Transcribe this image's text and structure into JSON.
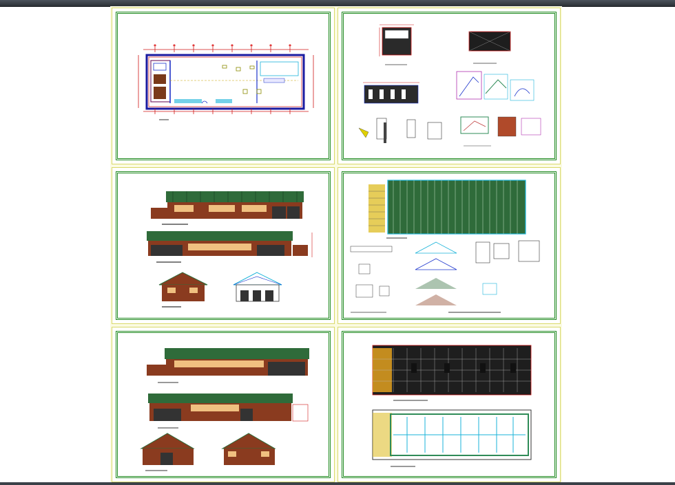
{
  "app": {
    "title": ""
  },
  "colors": {
    "frame_green": "#1f8a1f",
    "sheet_edge": "#d9d96a",
    "roof_green": "#2f6b3a",
    "wall_brown": "#8a3b1f",
    "dim_red": "#d01818",
    "line_blue": "#1a33cc",
    "cyan": "#19b3d9",
    "panel_bg": "#fbfbe2"
  },
  "sheets": [
    {
      "id": 1,
      "content": "floor-plan"
    },
    {
      "id": 2,
      "content": "construction-details"
    },
    {
      "id": 3,
      "content": "elevations-and-sections"
    },
    {
      "id": 4,
      "content": "roof-plan-and-truss-details"
    },
    {
      "id": 5,
      "content": "elevations-and-sections"
    },
    {
      "id": 6,
      "content": "structural-plans"
    }
  ]
}
